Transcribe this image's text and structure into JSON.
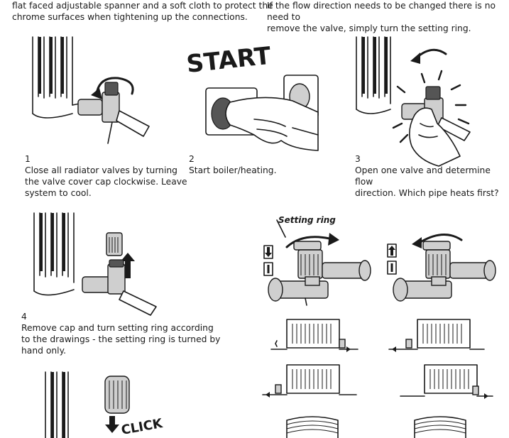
{
  "intro": {
    "left": "flat faced adjustable spanner and a soft cloth to protect the\nchrome surfaces when tightening up the connections.",
    "right": "If the flow direction needs to be changed there is no need to\nremove the valve, simply turn the setting ring."
  },
  "steps": [
    {
      "number": "1",
      "text": "Close all radiator valves by turning\nthe valve cover cap clockwise. Leave\nsystem to cool."
    },
    {
      "number": "2",
      "text": "Start boiler/heating."
    },
    {
      "number": "3",
      "text": "Open one valve and determine flow\ndirection. Which pipe heats first?"
    },
    {
      "number": "4",
      "text": "Remove cap and turn setting ring according\nto the drawings - the setting ring is turned by\nhand only."
    }
  ],
  "labels": {
    "start": "START",
    "setting_ring": "Setting ring",
    "click": "CLICK"
  }
}
